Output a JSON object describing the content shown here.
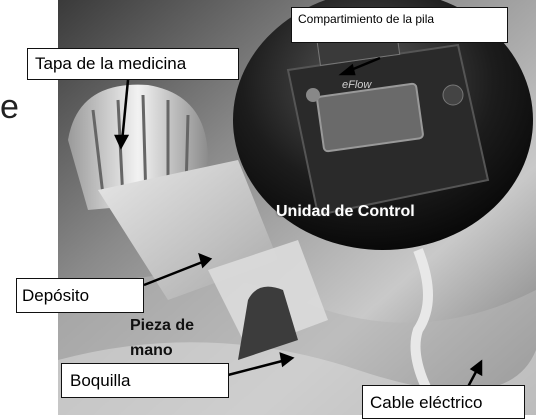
{
  "labels": {
    "battery_compartment": "Compartimiento de la pila",
    "medicine_cap": "Tapa de la medicina",
    "tank": "Depósito",
    "mouthpiece": "Boquilla",
    "cable": "Cable eléctrico"
  },
  "overlay": {
    "control_unit": "Unidad de Control",
    "handpiece_line1": "Pieza de",
    "handpiece_line2": "mano"
  },
  "device_screen_brand": "eFlow",
  "stray_text": "e"
}
